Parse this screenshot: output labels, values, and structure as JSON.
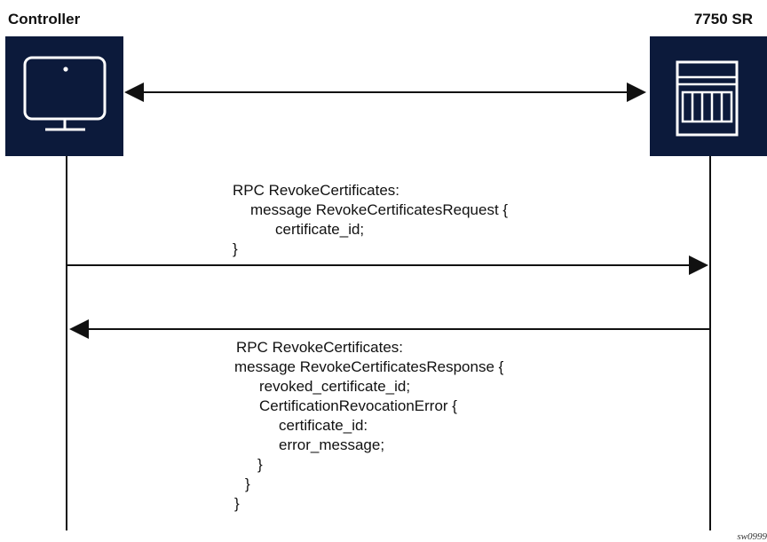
{
  "actors": {
    "left": {
      "label": "Controller",
      "icon": "monitor-icon"
    },
    "right": {
      "label": "7750 SR",
      "icon": "router-icon"
    }
  },
  "colors": {
    "box": "#0c1a3b",
    "line": "#111111"
  },
  "messages": {
    "request": {
      "title": "RPC RevokeCertificates:",
      "lines": [
        "message RevokeCertificatesRequest {",
        "certificate_id;",
        "}"
      ]
    },
    "response": {
      "title": "RPC RevokeCertificates:",
      "lines": [
        "message RevokeCertificatesResponse {",
        "revoked_certificate_id;",
        "CertificationRevocationError {",
        "certificate_id:",
        "error_message;",
        "}",
        "}",
        "}"
      ]
    }
  },
  "watermark": "sw0999"
}
